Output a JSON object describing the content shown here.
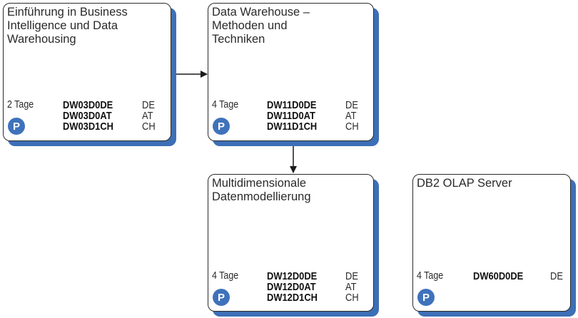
{
  "courses": [
    {
      "title": "Einführung in Business\nIntelligence und Data\nWarehousing",
      "duration": "2 Tage",
      "badge": "P",
      "codes": [
        {
          "code": "DW03D0DE",
          "country": "DE"
        },
        {
          "code": "DW03D0AT",
          "country": "AT"
        },
        {
          "code": "DW03D1CH",
          "country": "CH"
        }
      ]
    },
    {
      "title": "Data Warehouse –\nMethoden und\nTechniken",
      "duration": "4 Tage",
      "badge": "P",
      "codes": [
        {
          "code": "DW11D0DE",
          "country": "DE"
        },
        {
          "code": "DW11D0AT",
          "country": "AT"
        },
        {
          "code": "DW11D1CH",
          "country": "CH"
        }
      ]
    },
    {
      "title": "Multidimensionale\nDatenmodellierung",
      "duration": "4 Tage",
      "badge": "P",
      "codes": [
        {
          "code": "DW12D0DE",
          "country": "DE"
        },
        {
          "code": "DW12D0AT",
          "country": "AT"
        },
        {
          "code": "DW12D1CH",
          "country": "CH"
        }
      ]
    },
    {
      "title": "DB2 OLAP Server",
      "duration": "4 Tage",
      "badge": "P",
      "codes": [
        {
          "code": "DW60D0DE",
          "country": "DE"
        }
      ]
    }
  ],
  "colors": {
    "shadow": "#3d6fb6",
    "badge": "#3f72bb",
    "border": "#2b2b2b"
  }
}
